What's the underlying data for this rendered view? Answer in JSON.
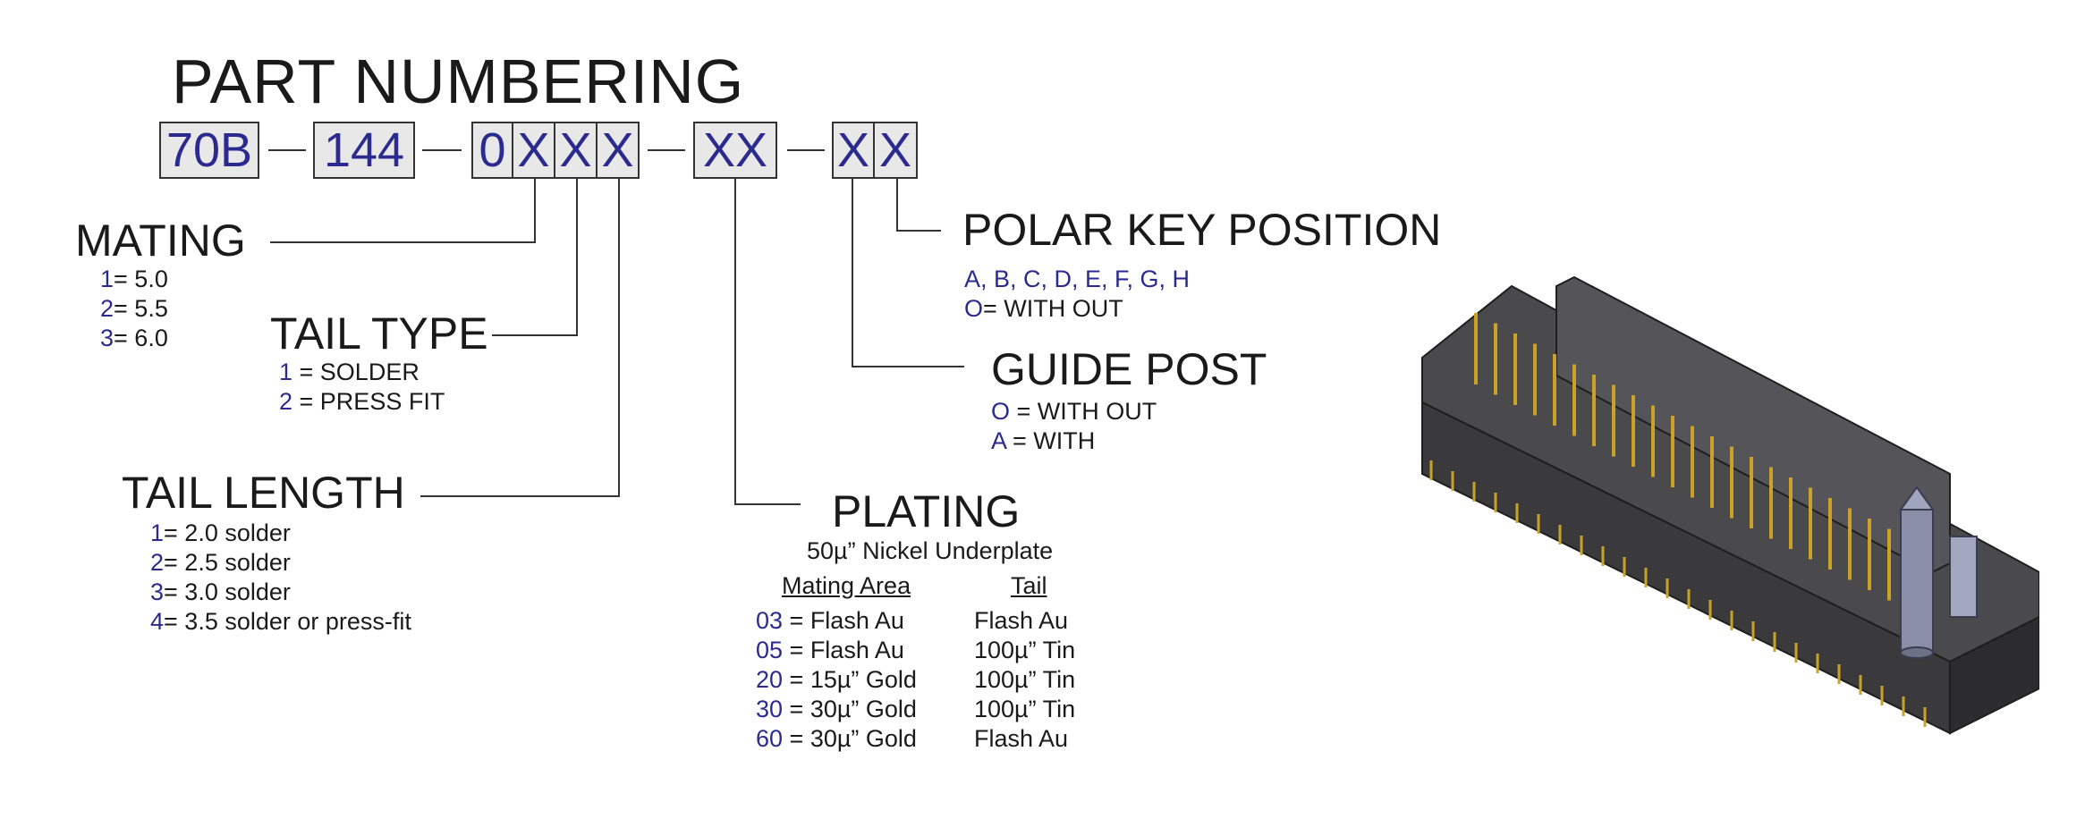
{
  "title": "PART NUMBERING",
  "part_segments": {
    "prefix": "70B",
    "series": "144",
    "group_a": [
      "0",
      "X",
      "X",
      "X"
    ],
    "plating": "XX",
    "group_b": [
      "X",
      "X"
    ]
  },
  "mating": {
    "heading": "MATING",
    "options": [
      {
        "code": "1",
        "text": "= 5.0"
      },
      {
        "code": "2",
        "text": "= 5.5"
      },
      {
        "code": "3",
        "text": "= 6.0"
      }
    ]
  },
  "tail_type": {
    "heading": "TAIL TYPE",
    "options": [
      {
        "code": "1",
        "text": " = SOLDER"
      },
      {
        "code": "2",
        "text": " = PRESS FIT"
      }
    ]
  },
  "tail_length": {
    "heading": "TAIL LENGTH",
    "options": [
      {
        "code": "1",
        "text": "= 2.0 solder"
      },
      {
        "code": "2",
        "text": "= 2.5 solder"
      },
      {
        "code": "3",
        "text": "= 3.0 solder"
      },
      {
        "code": "4",
        "text": "= 3.5 solder or press-fit"
      }
    ]
  },
  "plating": {
    "heading": "PLATING",
    "subtitle": "50µ” Nickel Underplate",
    "col_mating": "Mating Area",
    "col_tail": "Tail",
    "rows": [
      {
        "code": "03",
        "mating": " = Flash Au",
        "tail": "Flash Au"
      },
      {
        "code": "05",
        "mating": " = Flash Au",
        "tail": "100µ” Tin"
      },
      {
        "code": "20",
        "mating": " = 15µ” Gold",
        "tail": "100µ” Tin"
      },
      {
        "code": "30",
        "mating": " = 30µ” Gold",
        "tail": "100µ” Tin"
      },
      {
        "code": "60",
        "mating": " = 30µ” Gold",
        "tail": "Flash Au"
      }
    ]
  },
  "polar_key": {
    "heading": "POLAR KEY POSITION",
    "letters": "A, B, C, D, E, F, G, H",
    "none_code": "O",
    "none_text": "= WITH OUT"
  },
  "guide_post": {
    "heading": "GUIDE POST",
    "options": [
      {
        "code": "O",
        "text": " = WITH OUT"
      },
      {
        "code": "A",
        "text": " = WITH"
      }
    ]
  },
  "colors": {
    "code_blue": "#2b2b8f",
    "box_fill": "#e8e8e8",
    "connector_body": "#3a3a3c",
    "pin_gold": "#c9a227",
    "guide_post": "#8a8fa8"
  }
}
